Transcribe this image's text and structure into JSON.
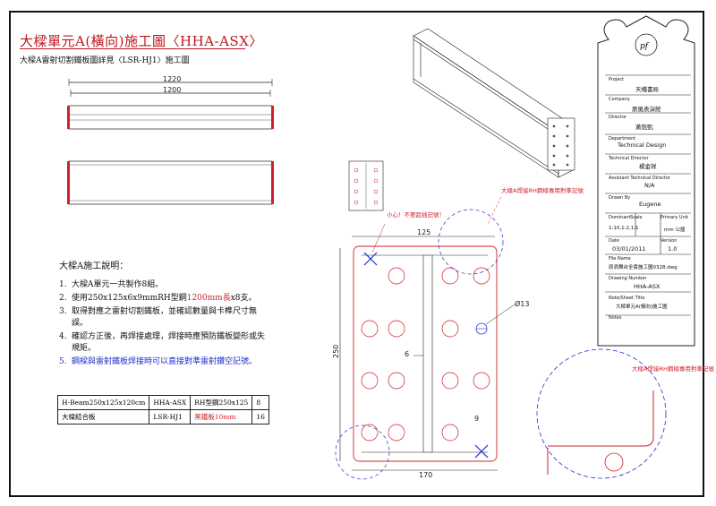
{
  "title": "大樑單元A(橫向)施工圖〈HHA-ASX〉",
  "subtitle": "大樑A雷射切割鐵板圖詳見〈LSR-HJ1〉施工圖",
  "notes": {
    "heading": "大樑A施工說明：",
    "items": [
      {
        "num": "1.",
        "text": "大樑A單元一共製作8組。"
      },
      {
        "num": "2.",
        "text_a": "使用250x125x6x9mmRH型鋼",
        "text_red": "1200mm長",
        "text_b": "x8支。"
      },
      {
        "num": "3.",
        "text": "取得對應之雷射切割鐵板，並確認數量與卡榫尺寸無誤。"
      },
      {
        "num": "4.",
        "text": "確認方正後，再焊接處理，焊接時應預防鐵板變形或失規矩。"
      },
      {
        "num": "5.",
        "text": "鋼樑與雷射鐵板焊接時可以直接對準雷射鑽空記號。"
      }
    ]
  },
  "bom": [
    [
      "H-Beam250x125x120cm",
      "HHA-ASX",
      "RH型鋼250x125",
      "8"
    ],
    [
      "大樑結合板",
      "LSR-HJ1",
      "黑鐵板10mm",
      "16"
    ]
  ],
  "dims": {
    "top_outer": "1220",
    "top_inner": "1200",
    "section_width": "125",
    "section_height": "250",
    "hole_dia": "Ø13",
    "web": "6",
    "flange": "9",
    "plate_width": "170"
  },
  "annotations": {
    "caution": "小心！不要超插記號！",
    "weld_mark_1": "大樑A焊接RH鋼樑專用對準記號",
    "weld_mark_2": "大樑A焊接RH鋼樑專用對準記號"
  },
  "logo_text": "pf",
  "title_block": {
    "project_label": "Project",
    "project": "天橋書局",
    "company_label": "Company",
    "company": "原風表演館",
    "director_label": "Director",
    "director": "黃鈺凱",
    "department_label": "Department",
    "department": "Technical Design",
    "tech_director_label": "Technical Director",
    "tech_director": "楊金祥",
    "assistant_label": "Assistant Technical Director",
    "assistant": "N/A",
    "drawn_label": "Drawn By",
    "drawn": "Eugene",
    "dominant_label": "Dominant",
    "scale_label": "Scale",
    "scale": "1:10,1:2,1:1",
    "unit_label": "Primary Unit",
    "unit": "mm 公厘",
    "date_label": "Date",
    "date": "03/01/2011",
    "version_label": "Version",
    "version": "1.0",
    "file_label": "File Name",
    "file": "原浪舞台全套施工圖0328.dwg",
    "drawing_label": "Drawing Number",
    "drawing": "HHA-ASX",
    "sheet_label": "Note/Sheet Title",
    "sheet": "大樑單元A(橫向)施工圖",
    "notes_label": "Notes"
  },
  "colors": {
    "red": "#c0141c",
    "blue": "#2030c8",
    "line": "#222222"
  }
}
